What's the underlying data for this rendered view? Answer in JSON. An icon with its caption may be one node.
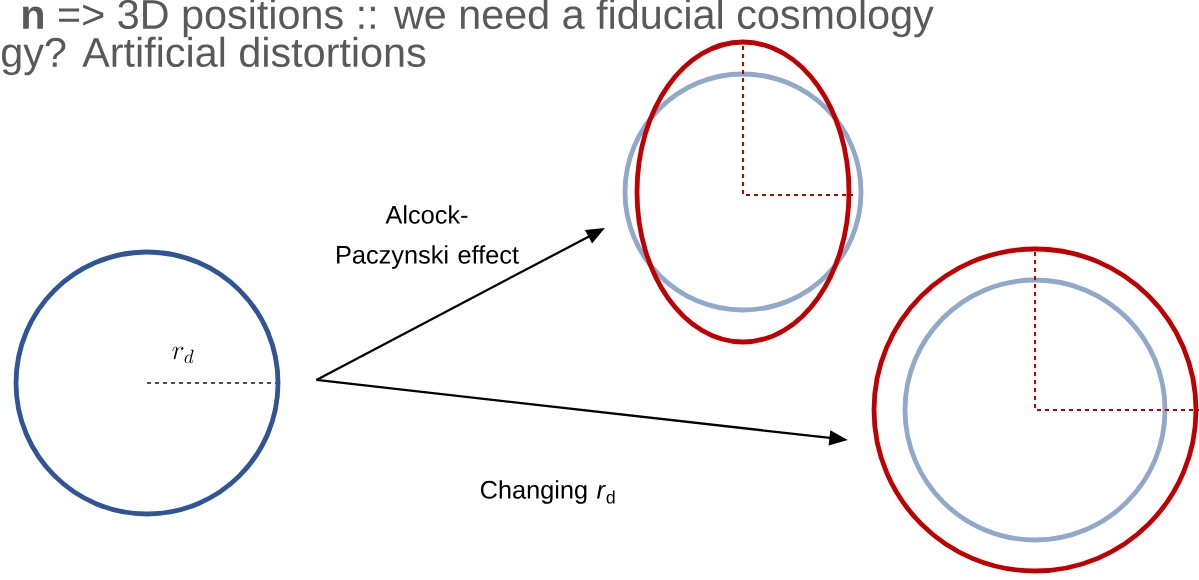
{
  "diagram": {
    "nodes": [
      {
        "text": [
          "r_d"
        ]
      },
      {
        "text": [],
        "shape": "ellipse"
      },
      {
        "text": [],
        "shape": "circle"
      }
    ],
    "edges": [
      {
        "from": 0,
        "to": 1,
        "arrow": "to",
        "label": "Alcock-Paczynski effect"
      },
      {
        "from": 0,
        "to": 2,
        "arrow": "to",
        "label": "Changing *r*$_{d}$"
      }
    ],
    "labels": [
      "**n** => 3D positions :: we need a fiducial cosmology",
      "gy? Artificial distortions"
    ]
  }
}
